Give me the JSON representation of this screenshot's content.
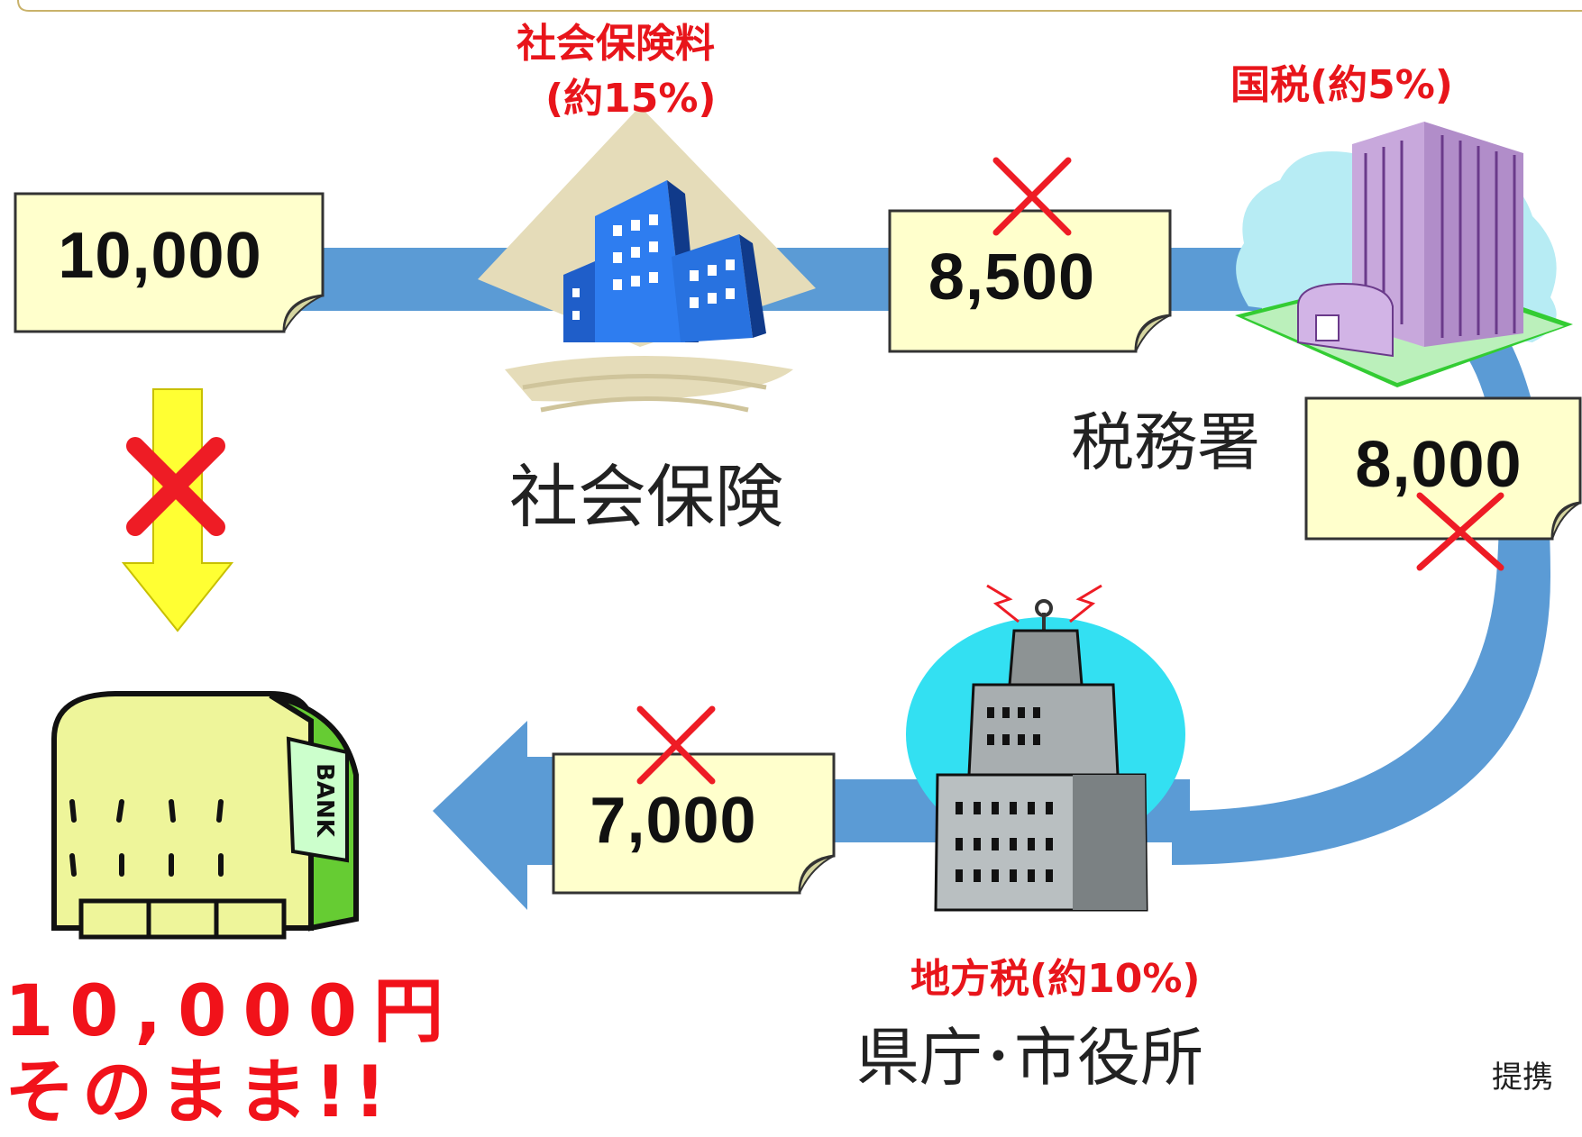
{
  "amounts": {
    "start": "10,000",
    "after_social": "8,500",
    "after_national": "8,000",
    "after_local": "7,000"
  },
  "deductions": {
    "social_label": "社会保険料",
    "social_rate": "(約15%)",
    "national": "国税(約5%)",
    "local": "地方税(約10%)"
  },
  "institutions": {
    "social": "社会保険",
    "tax_office": "税務署",
    "city_hall": "県庁･市役所",
    "bank_sign": "BANK"
  },
  "result": {
    "amount": "10,000円",
    "note": "そのまま!!"
  },
  "footer": "提携",
  "colors": {
    "pipe": "#5b9bd5",
    "note_fill": "#ffffcc",
    "red": "#ee1c25",
    "arrow_yellow": "#ffff33",
    "bank_green": "#66cc33"
  }
}
